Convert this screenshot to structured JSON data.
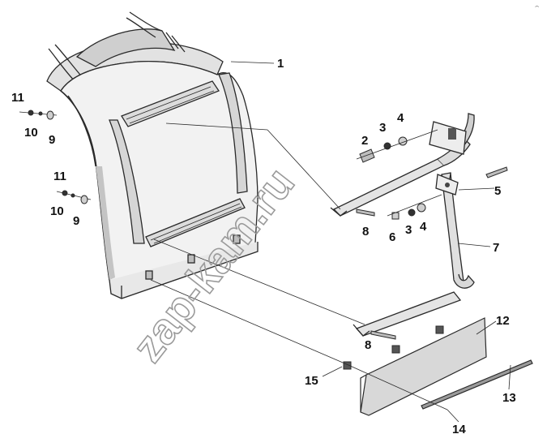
{
  "diagram": {
    "corner_mark": "⌢",
    "watermark": "zap-kam.ru",
    "callouts": [
      "1",
      "2",
      "3",
      "4",
      "5",
      "6",
      "3",
      "4",
      "7",
      "8",
      "8",
      "9",
      "9",
      "10",
      "10",
      "11",
      "11",
      "12",
      "13",
      "14",
      "15"
    ],
    "colors": {
      "line": "#2a2a2a",
      "shade": "#d6d6d6",
      "light": "#ececec",
      "watermark": "#9a9a9a"
    }
  }
}
